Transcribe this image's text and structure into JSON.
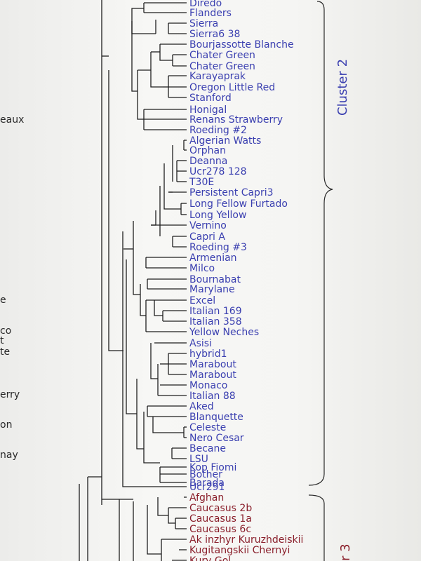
{
  "diagram": {
    "cluster2": {
      "label": "Cluster 2",
      "color": "#3a3fb0",
      "leaves": [
        "Diredo",
        "Flanders",
        "Sierra",
        "Sierra6 38",
        "Bourjassotte Blanche",
        "Chater Green",
        "Chater Green",
        "Karayaprak",
        "Oregon Little Red",
        "Stanford",
        "Honigal",
        "Renans Strawberry",
        "Roeding #2",
        "Algerian Watts",
        "Orphan",
        "Deanna",
        "Ucr278 128",
        "T30E",
        "Persistent Capri3",
        "Long Fellow Furtado",
        "Long Yellow",
        "Vernino",
        "Capri A",
        "Roeding #3",
        "Armenian",
        "Milco",
        "Bournabat",
        "Marylane",
        "Excel",
        "Italian 169",
        "Italian 358",
        "Yellow Neches",
        "Asisi",
        "hybrid1",
        "Marabout",
        "Marabout",
        "Monaco",
        "Italian 88",
        "Aked",
        "Blanquette",
        "Celeste",
        "Nero Cesar",
        "Becane",
        "LSU",
        "Kop Fiomi",
        "Bother",
        "Barada",
        "Ucr291"
      ]
    },
    "cluster3": {
      "label": "r 3",
      "color": "#8a1f2b",
      "leaves": [
        "Afghan",
        "Caucasus 2b",
        "Caucasus 1a",
        "Caucasus 6c",
        "Ak inzhyr Kuruzhdeiskii",
        "Kugitangskii Chernyi",
        "Kury Gol"
      ]
    },
    "left_fragments": [
      "eaux",
      "e",
      "co",
      "t",
      "te",
      "erry",
      "on",
      "nay"
    ]
  }
}
